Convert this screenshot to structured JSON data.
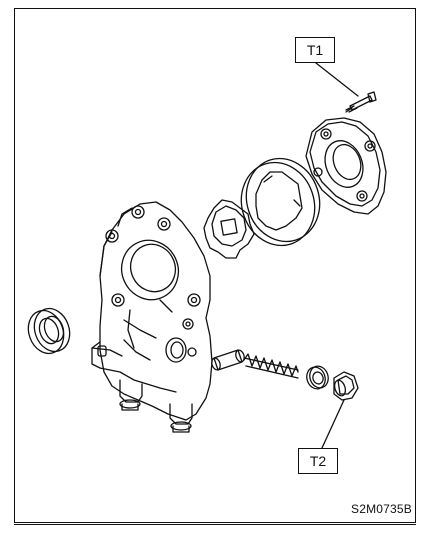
{
  "callouts": {
    "t1": "T1",
    "t2": "T2"
  },
  "figure_id": "S2M0735B",
  "colors": {
    "line": "#111111",
    "background": "#ffffff"
  }
}
